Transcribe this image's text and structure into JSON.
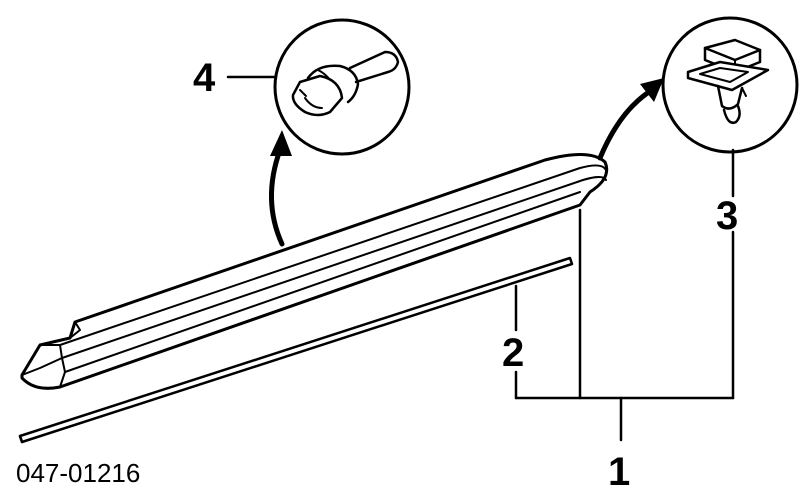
{
  "callouts": {
    "c1": "1",
    "c2": "2",
    "c3": "3",
    "c4": "4"
  },
  "part_number": "047-01216",
  "colors": {
    "ink": "#000000",
    "paper": "#ffffff"
  }
}
